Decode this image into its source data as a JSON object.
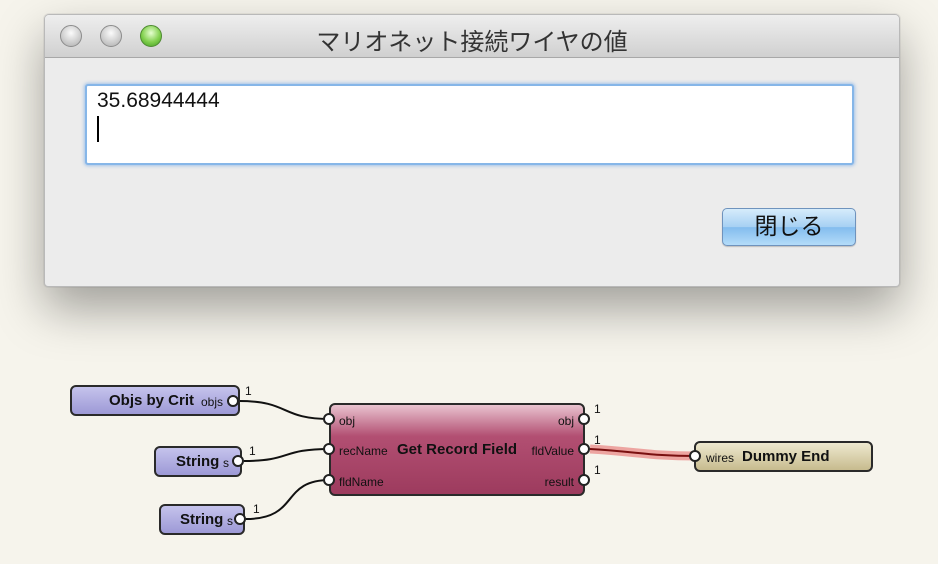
{
  "window": {
    "title": "マリオネット接続ワイヤの値",
    "value_text": "35.68944444",
    "close_label": "閉じる"
  },
  "nodes": {
    "objs_by_crit": {
      "title": "Objs by Crit",
      "out_port": "objs",
      "out_count": "1"
    },
    "string1": {
      "title": "String",
      "out_port": "s",
      "out_count": "1"
    },
    "string2": {
      "title": "String",
      "out_port": "s",
      "out_count": "1"
    },
    "get_record_field": {
      "title": "Get Record Field",
      "inputs": [
        "obj",
        "recName",
        "fldName"
      ],
      "outputs": [
        "obj",
        "fldValue",
        "result"
      ],
      "output_counts": [
        "1",
        "1",
        "1"
      ]
    },
    "dummy_end": {
      "title": "Dummy End",
      "in_port": "wires"
    }
  },
  "colors": {
    "value_node": "#a3405f",
    "input_node": "#a8a5db",
    "end_node": "#d3c99f",
    "selected_wire": "#e0504f"
  }
}
